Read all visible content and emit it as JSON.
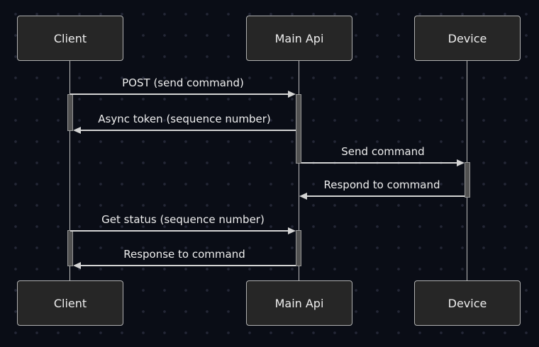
{
  "diagram": {
    "type": "sequence-diagram",
    "theme": "dark",
    "actors": [
      {
        "id": "client",
        "label": "Client"
      },
      {
        "id": "main-api",
        "label": "Main Api"
      },
      {
        "id": "device",
        "label": "Device"
      }
    ],
    "messages": [
      {
        "from": "Client",
        "to": "Main Api",
        "label": "POST (send command)",
        "line": "solid",
        "direction": "right"
      },
      {
        "from": "Main Api",
        "to": "Client",
        "label": "Async token (sequence number)",
        "line": "solid",
        "direction": "left"
      },
      {
        "from": "Main Api",
        "to": "Device",
        "label": "Send command",
        "line": "solid",
        "direction": "right"
      },
      {
        "from": "Device",
        "to": "Main Api",
        "label": "Respond to command",
        "line": "solid",
        "direction": "left"
      },
      {
        "from": "Client",
        "to": "Main Api",
        "label": "Get status (sequence number)",
        "line": "solid",
        "direction": "right"
      },
      {
        "from": "Main Api",
        "to": "Client",
        "label": "Response to command",
        "line": "solid",
        "direction": "left"
      }
    ],
    "activations": [
      {
        "actor": "Client",
        "start_at": "POST (send command)",
        "end_at": "Async token (sequence number)"
      },
      {
        "actor": "Main Api",
        "start_at": "POST (send command)",
        "end_at": "Send command"
      },
      {
        "actor": "Device",
        "start_at": "Send command",
        "end_at": "Respond to command"
      },
      {
        "actor": "Client",
        "start_at": "Get status (sequence number)",
        "end_at": "Response to command"
      },
      {
        "actor": "Main Api",
        "start_at": "Get status (sequence number)",
        "end_at": "Response to command"
      }
    ],
    "colors": {
      "background": "#0a0d16",
      "grid_dot": "#242736",
      "actor_fill": "#262626",
      "actor_border": "#b0b0b0",
      "text": "#eeeeee",
      "lifeline": "#bfbfbf",
      "arrow": "#d4d4d4",
      "activation_fill": "#515151",
      "activation_border": "#989898"
    }
  }
}
